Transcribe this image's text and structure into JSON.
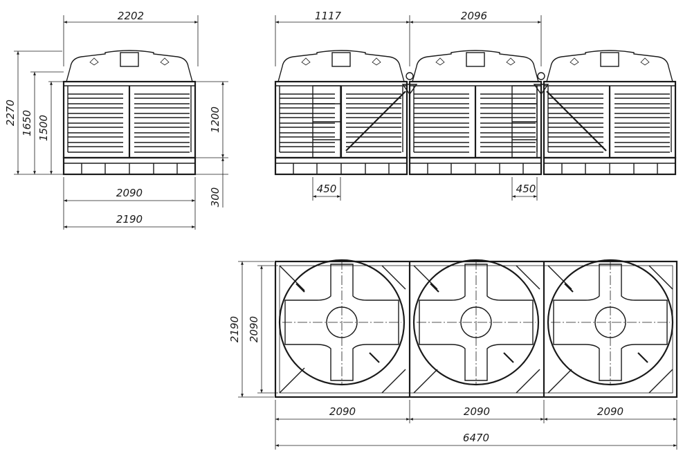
{
  "dimensions": {
    "side": {
      "top_width": "2202",
      "height_total": "2270",
      "height_tank": "1650",
      "height_mid": "1500",
      "height_frame": "1200",
      "height_base": "300",
      "width_inner": "2090",
      "width_outer": "2190"
    },
    "front": {
      "segment1": "1117",
      "segment2": "2096",
      "ladder_left": "450",
      "ladder_right": "450"
    },
    "plan": {
      "depth_outer": "2190",
      "depth_inner": "2090",
      "cell1": "2090",
      "cell2": "2090",
      "cell3": "2090",
      "total": "6470"
    }
  }
}
